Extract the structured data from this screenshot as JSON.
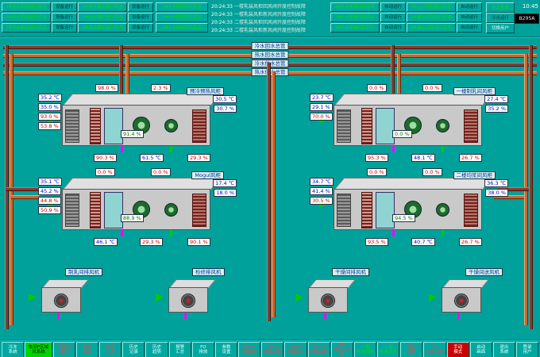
{
  "colors": {
    "background": "#00a19a",
    "accent_green": "#00e000",
    "alarm_red": "#cc0000",
    "value_blue": "#0000c8",
    "value_red": "#c80000",
    "pipe_hot": "#c46a32",
    "pipe_cold": "#8a3a2e",
    "active_page_green": "#00d400"
  },
  "header": {
    "left_rows": [
      {
        "name": "3#冷水机组运行状态",
        "status": "设备运行",
        "name2": "1#热水锅炉运行状态",
        "status2": "设备运行"
      },
      {
        "name": "2#冷水机组运行状态",
        "status": "设备运行",
        "name2": "2#热水锅炉运行状态",
        "status2": "设备运行"
      },
      {
        "name": "1#冷水机组运行状态",
        "status": "设备运行",
        "name2": "3#热水锅炉运行状态",
        "status2": "设备运行"
      }
    ],
    "mid_buttons": [
      "1#F-4排烟风机状态",
      "2#F-4排烟风机状态",
      "3#F-4排烟风机状态"
    ],
    "alarms": [
      {
        "time": "20:24:33",
        "text": "一楼乳装风柜回风阀开度控制故障"
      },
      {
        "time": "20:24:33",
        "text": "一楼乳装风柜新风阀开度控制故障"
      },
      {
        "time": "20:24:33",
        "text": "二楼乳装风柜回风阀开度控制故障"
      },
      {
        "time": "20:24:33",
        "text": "二楼乳装风柜新风阀开度控制故障"
      }
    ],
    "right_rows": [
      {
        "name": "4#F-4排烟风机状态",
        "status": "自动运行",
        "name2": "Mogul风柜运行状态",
        "status2": "自动运行"
      },
      {
        "name": "5#F-4排烟风机状态",
        "status": "自动运行",
        "name2": "1#捕尘风机运行状态",
        "status2": "自动运行"
      },
      {
        "name": "6#F-4排烟风机状态",
        "status": "自动运行",
        "name2": "2#捕尘风机运行状态",
        "status2": "自动运行"
      }
    ],
    "right_panel": {
      "water_system": "丰水系统",
      "water_mode": "冷水运行",
      "switch_user": "切换用户",
      "clock": "10:45",
      "lcd_code": "B295A"
    }
  },
  "pipes": [
    {
      "label": "冷水回水总管",
      "type": "cold"
    },
    {
      "label": "热水回水总管",
      "type": "hot"
    },
    {
      "label": "冷水供水总管",
      "type": "cold"
    },
    {
      "label": "热水供水总管",
      "type": "hot"
    }
  ],
  "ahus": [
    {
      "label": "预冷预热风柜",
      "readouts": {
        "left1": {
          "t": "35.2 ℃",
          "c": "b"
        },
        "left2": {
          "t": "35.0 %",
          "c": "b"
        },
        "left3": {
          "t": "93.0 %",
          "c": "r"
        },
        "left4": {
          "t": "53.8 %",
          "c": "r"
        },
        "top1": {
          "t": "98.0 %",
          "c": "r"
        },
        "top2": {
          "t": "2.3 %",
          "c": "r"
        },
        "fan": {
          "t": "91.4 %",
          "c": "g"
        },
        "right1": {
          "t": "30.5 ℃",
          "c": "b"
        },
        "right2": {
          "t": "30.7 %",
          "c": "b"
        },
        "bottom1": {
          "t": "90.3 %",
          "c": "r"
        },
        "bottom2": {
          "t": "61.5 ℃",
          "c": "b"
        },
        "bottom3": {
          "t": "29.3 %",
          "c": "r"
        }
      }
    },
    {
      "label": "一楼制乳间风柜",
      "readouts": {
        "left1": {
          "t": "23.7 ℃",
          "c": "b"
        },
        "left2": {
          "t": "29.1 %",
          "c": "b"
        },
        "left3": {
          "t": "70.0 %",
          "c": "r"
        },
        "top1": {
          "t": "0.0 %",
          "c": "r"
        },
        "top2": {
          "t": "0.0 %",
          "c": "r"
        },
        "fan": {
          "t": "0.0 %",
          "c": "g"
        },
        "right1": {
          "t": "27.4 ℃",
          "c": "b"
        },
        "right2": {
          "t": "35.2 %",
          "c": "b"
        },
        "bottom1": {
          "t": "95.3 %",
          "c": "r"
        },
        "bottom2": {
          "t": "48.1 ℃",
          "c": "b"
        },
        "bottom3": {
          "t": "26.7 %",
          "c": "r"
        }
      }
    },
    {
      "label": "Mogul风柜",
      "readouts": {
        "left1": {
          "t": "35.1 ℃",
          "c": "b"
        },
        "left2": {
          "t": "45.2 %",
          "c": "b"
        },
        "left3": {
          "t": "44.8 %",
          "c": "r"
        },
        "left4": {
          "t": "50.9 %",
          "c": "r"
        },
        "top1": {
          "t": "0.0 %",
          "c": "r"
        },
        "top2": {
          "t": "0.0 %",
          "c": "r"
        },
        "fan": {
          "t": "88.9 %",
          "c": "g"
        },
        "right1": {
          "t": "17.4 ℃",
          "c": "b"
        },
        "right2": {
          "t": "18.0 %",
          "c": "b"
        },
        "bottom1": {
          "t": "46.1 ℃",
          "c": "b"
        },
        "bottom2": {
          "t": "29.3 %",
          "c": "r"
        },
        "bottom3": {
          "t": "90.1 %",
          "c": "r"
        }
      }
    },
    {
      "label": "二楼均浆间风柜",
      "readouts": {
        "left1": {
          "t": "34.7 ℃",
          "c": "b"
        },
        "left2": {
          "t": "41.4 %",
          "c": "b"
        },
        "left3": {
          "t": "30.5 %",
          "c": "r"
        },
        "top1": {
          "t": "0.0 %",
          "c": "r"
        },
        "top2": {
          "t": "0.0 %",
          "c": "r"
        },
        "fan": {
          "t": "94.5 %",
          "c": "g"
        },
        "right1": {
          "t": "36.3 ℃",
          "c": "b"
        },
        "right2": {
          "t": "38.0 %",
          "c": "b"
        },
        "bottom1": {
          "t": "93.5 %",
          "c": "r"
        },
        "bottom2": {
          "t": "40.7 ℃",
          "c": "b"
        },
        "bottom3": {
          "t": "26.7 %",
          "c": "r"
        }
      }
    }
  ],
  "exhaust_fans": [
    {
      "label": "制乳间排风机"
    },
    {
      "label": "检修排风机"
    },
    {
      "label": "干燥间排风机"
    },
    {
      "label": "干燥间送风机"
    }
  ],
  "footer": {
    "buttons": [
      {
        "label": "冷冻\n系统",
        "variant": "nav"
      },
      {
        "label": "车间F区域\n风系统",
        "variant": "active"
      },
      {
        "label": "干燥间\n排风",
        "variant": "navred"
      },
      {
        "label": "制冷\n机组",
        "variant": "navred"
      },
      {
        "label": "检修\n汇总",
        "variant": "navred"
      },
      {
        "label": "历史\n记录",
        "variant": "nav"
      },
      {
        "label": "历史\n趋势",
        "variant": "nav"
      },
      {
        "label": "报警\n汇总",
        "variant": "nav"
      },
      {
        "label": "FO\n排放",
        "variant": "nav"
      },
      {
        "label": "参数\n设置",
        "variant": "nav"
      },
      {
        "label": "1#F-4\n排烟风机",
        "variant": "eq"
      },
      {
        "label": "2#F-4\n排烟风机",
        "variant": "eq"
      },
      {
        "label": "3#F-4\n排烟风机",
        "variant": "eq"
      },
      {
        "label": "4#F-4\n排烟风机",
        "variant": "eq"
      },
      {
        "label": "预冷\nMogul风柜",
        "variant": "eq"
      },
      {
        "label": "一楼\n乳装风柜",
        "variant": "eqgreen"
      },
      {
        "label": "二楼\n乳装风柜",
        "variant": "eqgreen"
      },
      {
        "label": "捕尘\n风机",
        "variant": "eq"
      },
      {
        "label": "4℃\n冷库风机",
        "variant": "eq"
      },
      {
        "label": "手动\n模式",
        "variant": "alarm"
      },
      {
        "label": "启动\n画面",
        "variant": "nav"
      },
      {
        "label": "退出\n系统",
        "variant": "nav"
      },
      {
        "label": "登录\n用户",
        "variant": "nav"
      }
    ]
  }
}
